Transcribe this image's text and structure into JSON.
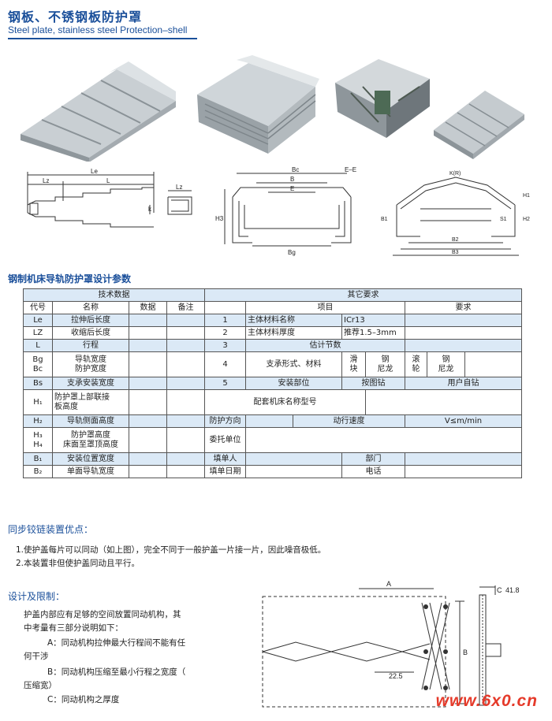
{
  "header": {
    "title_cn": "钢板、不锈钢板防护罩",
    "title_en": "Steel plate, stainless steel Protection–shell"
  },
  "drawing_labels": {
    "le": "Le",
    "lz": "Lz",
    "l": "L",
    "lz2": "Lz",
    "k": "k",
    "bc": "Bc",
    "b": "B",
    "bg": "Bg",
    "ee": "E–E",
    "e": "E",
    "h3": "H3",
    "b1": "B1",
    "b2": "B2",
    "b3": "B3",
    "s1": "S1",
    "h1": "H1",
    "h2": "H2",
    "kr": "K(R)"
  },
  "spec_section_title": "钢制机床导轨防护罩设计参数",
  "table": {
    "left_header": "技术数据",
    "right_header": "其它要求",
    "col_code": "代号",
    "col_name": "名称",
    "col_data": "数据",
    "col_note": "备注",
    "col_item": "项目",
    "col_req": "要求",
    "r_le": {
      "code": "Le",
      "name": "拉伸后长度",
      "no": "1",
      "item": "主体材料名称",
      "val": "ICr13"
    },
    "r_lz": {
      "code": "LZ",
      "name": "收缩后长度",
      "no": "2",
      "item": "主体材料厚度",
      "val": "推荐1.5–3mm"
    },
    "r_l": {
      "code": "L",
      "name": "行程",
      "no": "3",
      "item": "估计节数"
    },
    "r_bg": {
      "code1": "Bg",
      "code2": "Bc",
      "name1": "导轨宽度",
      "name2": "防护宽度",
      "no": "4",
      "item": "支承形式、材料",
      "opt1a": "滑",
      "opt1b": "块",
      "opt2a": "钢",
      "opt2b": "尼龙",
      "opt3a": "滚",
      "opt3b": "轮",
      "opt4a": "钢",
      "opt4b": "尼龙"
    },
    "r_bs": {
      "code": "Bs",
      "name": "支承安装宽度",
      "no": "5",
      "item": "安装部位",
      "opt1": "按图钻",
      "opt2": "用户自钻"
    },
    "r_h1": {
      "code": "H₁",
      "name1": "防护罩上部联接",
      "name2": "板高度",
      "item": "配套机床名称型号"
    },
    "r_h2": {
      "code": "H₂",
      "name": "导轨侧面高度",
      "item": "防护方向",
      "item2": "动行速度",
      "val": "V≤m/min"
    },
    "r_h3": {
      "code1": "H₃",
      "code2": "H₄",
      "name1": "防护罩高度",
      "name2": "床面至罩顶高度",
      "item": "委托单位"
    },
    "r_b1": {
      "code": "B₁",
      "name": "安装位置宽度",
      "item": "填单人",
      "item2": "部门"
    },
    "r_b2": {
      "code": "B₂",
      "name": "单面导轨宽度",
      "item": "填单日期",
      "item2": "电话"
    }
  },
  "sync_section": {
    "title": "同步铰链装置优点：",
    "line1": "1.使护盖每片可以同动（如上图），完全不同于一般护盖一片接一片，因此噪音极低。",
    "line2": "2.本装置非但使护盖同动且平行。"
  },
  "design_section": {
    "title": "设计及限制：",
    "line1": "护盖内部应有足够的空间放置同动机构，其",
    "line2": "中考量有三部分说明如下：",
    "line3": "A：同动机构拉伸最大行程间不能有任",
    "line4": "何干涉",
    "line5": "B：同动机构压缩至最小行程之宽度（",
    "line6": "压缩宽）",
    "line7": "C：同动机构之厚度"
  },
  "mechanism_labels": {
    "a": "A",
    "b": "B",
    "c": "C",
    "c_val": "41.8",
    "dim": "22.5"
  },
  "logo": "www.6x0.cn"
}
